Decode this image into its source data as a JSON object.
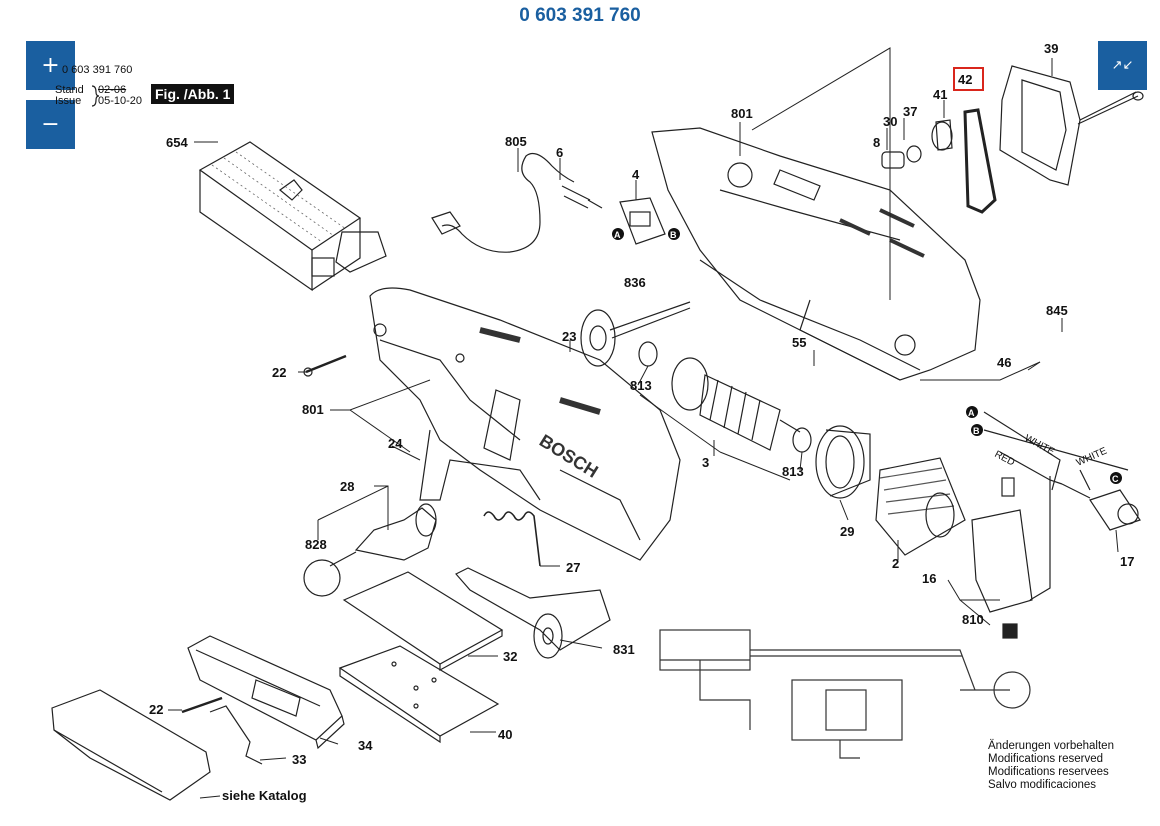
{
  "title": "0 603 391 760",
  "header": {
    "part_number": "0 603 391 760",
    "stand_label": "Stand",
    "issue_label": "Issue",
    "stand_value": "02-06",
    "issue_value": "05-10-20",
    "figure_label": "Fig. /Abb. 1"
  },
  "controls": {
    "zoom_in": "+",
    "zoom_out": "−",
    "collapse": "↗↙"
  },
  "labels": {
    "p654": "654",
    "p805": "805",
    "p6": "6",
    "p4": "4",
    "p801_top": "801",
    "p30": "30",
    "p37": "37",
    "p41": "41",
    "p42": "42",
    "p39": "39",
    "p8": "8",
    "p836": "836",
    "p23": "23",
    "p22_top": "22",
    "p801_left": "801",
    "p24": "24",
    "p813_a": "813",
    "p55": "55",
    "p845": "845",
    "p46": "46",
    "p3": "3",
    "p813_b": "813",
    "p29": "29",
    "p28": "28",
    "p828": "828",
    "p27": "27",
    "p2": "2",
    "p16": "16",
    "p17": "17",
    "p810": "810",
    "p32": "32",
    "p831": "831",
    "p40": "40",
    "p22_bottom": "22",
    "p34": "34",
    "p33": "33",
    "siehe_katalog": "siehe Katalog"
  },
  "markers": {
    "a": "A",
    "b": "B",
    "c": "C"
  },
  "wires": {
    "white1": "WHITE",
    "white2": "WHITE",
    "red": "RED"
  },
  "brand": "BOSCH",
  "notes": [
    "Änderungen vorbehalten",
    "Modifications reserved",
    "Modifications reservees",
    "Salvo modificaciones"
  ],
  "colors": {
    "accent": "#1a5fa0",
    "highlight": "#d9261c"
  }
}
